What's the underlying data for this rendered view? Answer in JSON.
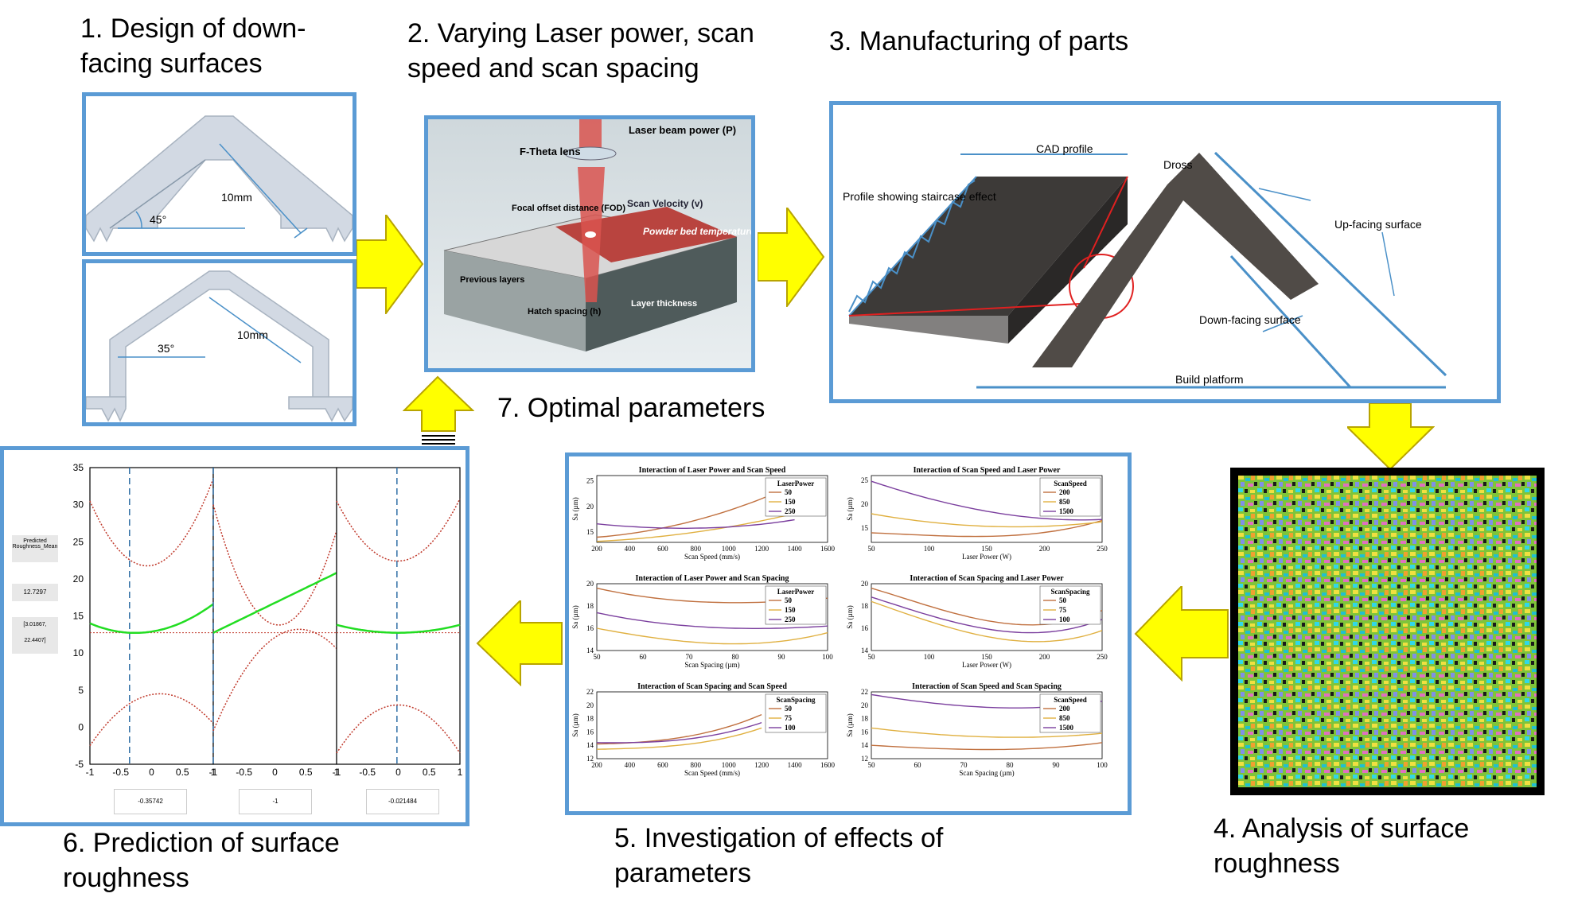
{
  "steps": {
    "s1": "1. Design of down-facing surfaces",
    "s2": "2. Varying Laser power, scan speed and scan spacing",
    "s3": "3. Manufacturing of parts",
    "s4": "4. Analysis of surface roughness",
    "s5": "5. Investigation of effects of parameters",
    "s6": "6. Prediction of surface roughness",
    "s7": "7. Optimal parameters"
  },
  "design": {
    "angle_a": "45°",
    "angle_b": "35°",
    "length": "10mm"
  },
  "process": {
    "laser": "Laser beam power (P)",
    "lens": "F-Theta lens",
    "fod": "Focal offset distance (FOD)",
    "velocity": "Scan Velocity (v)",
    "powder": "Powder bed temperature",
    "previous": "Previous layers",
    "hatch": "Hatch spacing (h)",
    "layer": "Layer thickness"
  },
  "part": {
    "cad": "CAD profile",
    "dross": "Dross",
    "staircase": "Profile showing staircase effect",
    "up": "Up-facing surface",
    "down": "Down-facing surface",
    "platform": "Build platform"
  },
  "prediction": {
    "label": "Predicted Roughness_Mean",
    "value": "12.7297",
    "interval": "[3.01867, 22.4407]",
    "x1": "-0.35742",
    "x2": "-1",
    "x3": "-0.021484"
  },
  "chart_data": [
    {
      "type": "line",
      "title": "Interaction of Laser Power and Scan Speed",
      "xlabel": "Scan Speed (mm/s)",
      "ylabel": "Sa (µm)",
      "legend_title": "LaserPower",
      "xlim": [
        200,
        1600
      ],
      "ylim": [
        13,
        26
      ],
      "xticks": [
        200,
        400,
        600,
        800,
        1000,
        1200,
        1400,
        1600
      ],
      "yticks": [
        15,
        20,
        25
      ],
      "series": [
        {
          "name": "50",
          "color": "#c0703f",
          "x": [
            200,
            600,
            1000,
            1400
          ],
          "y": [
            14,
            15.8,
            19.2,
            24.2
          ]
        },
        {
          "name": "150",
          "color": "#e0b040",
          "x": [
            200,
            600,
            1000,
            1400
          ],
          "y": [
            13.2,
            14.2,
            16,
            18.6
          ]
        },
        {
          "name": "250",
          "color": "#7b3f9e",
          "x": [
            200,
            600,
            1000,
            1400
          ],
          "y": [
            16.6,
            15.8,
            16,
            17.4
          ]
        }
      ]
    },
    {
      "type": "line",
      "title": "Interaction of Scan Speed and Laser Power",
      "xlabel": "Laser Power (W)",
      "ylabel": "Sa (µm)",
      "legend_title": "ScanSpeed",
      "xlim": [
        50,
        250
      ],
      "ylim": [
        12,
        26
      ],
      "xticks": [
        50,
        100,
        150,
        200,
        250
      ],
      "yticks": [
        15,
        20,
        25
      ],
      "series": [
        {
          "name": "200",
          "color": "#c0703f",
          "x": [
            50,
            120,
            190,
            250
          ],
          "y": [
            14,
            13.3,
            13.8,
            16.6
          ]
        },
        {
          "name": "850",
          "color": "#e0b040",
          "x": [
            50,
            120,
            190,
            250
          ],
          "y": [
            18,
            15.8,
            15.3,
            16.3
          ]
        },
        {
          "name": "1500",
          "color": "#7b3f9e",
          "x": [
            50,
            120,
            190,
            250
          ],
          "y": [
            24.8,
            20,
            17.2,
            16.8
          ]
        }
      ]
    },
    {
      "type": "line",
      "title": "Interaction of Laser Power and Scan Spacing",
      "xlabel": "Scan Spacing (µm)",
      "ylabel": "Sa (µm)",
      "legend_title": "LaserPower",
      "xlim": [
        50,
        100
      ],
      "ylim": [
        14,
        20
      ],
      "xticks": [
        50,
        60,
        70,
        80,
        90,
        100
      ],
      "yticks": [
        14,
        16,
        18,
        20
      ],
      "series": [
        {
          "name": "50",
          "color": "#c0703f",
          "x": [
            50,
            65,
            80,
            100
          ],
          "y": [
            19.6,
            18.6,
            18.3,
            18.7
          ]
        },
        {
          "name": "150",
          "color": "#e0b040",
          "x": [
            50,
            65,
            80,
            100
          ],
          "y": [
            16,
            15,
            14.6,
            15.6
          ]
        },
        {
          "name": "250",
          "color": "#7b3f9e",
          "x": [
            50,
            65,
            80,
            100
          ],
          "y": [
            17.4,
            16.4,
            16,
            16.2
          ]
        }
      ]
    },
    {
      "type": "line",
      "title": "Interaction of Scan Spacing and Laser Power",
      "xlabel": "Laser Power (W)",
      "ylabel": "Sa (µm)",
      "legend_title": "ScanSpacing",
      "xlim": [
        50,
        250
      ],
      "ylim": [
        14,
        20
      ],
      "xticks": [
        50,
        100,
        150,
        200,
        250
      ],
      "yticks": [
        14,
        16,
        18,
        20
      ],
      "series": [
        {
          "name": "50",
          "color": "#c0703f",
          "x": [
            50,
            120,
            190,
            250
          ],
          "y": [
            19.6,
            17.4,
            16.3,
            17.6
          ]
        },
        {
          "name": "75",
          "color": "#e0b040",
          "x": [
            50,
            120,
            190,
            250
          ],
          "y": [
            18.4,
            16,
            14.8,
            15.8
          ]
        },
        {
          "name": "100",
          "color": "#7b3f9e",
          "x": [
            50,
            120,
            190,
            250
          ],
          "y": [
            18.8,
            16.6,
            15.6,
            16.8
          ]
        }
      ]
    },
    {
      "type": "line",
      "title": "Interaction of Scan Spacing and Scan Speed",
      "xlabel": "Scan Speed (mm/s)",
      "ylabel": "Sa (µm)",
      "legend_title": "ScanSpacing",
      "xlim": [
        200,
        1600
      ],
      "ylim": [
        12,
        22
      ],
      "xticks": [
        200,
        400,
        600,
        800,
        1000,
        1200,
        1400,
        1600
      ],
      "yticks": [
        12,
        14,
        16,
        18,
        20,
        22
      ],
      "series": [
        {
          "name": "50",
          "color": "#c0703f",
          "x": [
            200,
            600,
            1000,
            1200
          ],
          "y": [
            14.2,
            14.8,
            16.8,
            18.6
          ]
        },
        {
          "name": "75",
          "color": "#e0b040",
          "x": [
            200,
            600,
            1000,
            1200
          ],
          "y": [
            13.4,
            13.8,
            15.2,
            16.6
          ]
        },
        {
          "name": "100",
          "color": "#7b3f9e",
          "x": [
            200,
            600,
            1000,
            1200
          ],
          "y": [
            14.4,
            14.6,
            16,
            17.4
          ]
        }
      ]
    },
    {
      "type": "line",
      "title": "Interaction of Scan Speed and Scan Spacing",
      "xlabel": "Scan Spacing (µm)",
      "ylabel": "Sa (µm)",
      "legend_title": "ScanSpeed",
      "xlim": [
        50,
        100
      ],
      "ylim": [
        12,
        22
      ],
      "xticks": [
        50,
        60,
        70,
        80,
        90,
        100
      ],
      "yticks": [
        12,
        14,
        16,
        18,
        20,
        22
      ],
      "series": [
        {
          "name": "200",
          "color": "#c0703f",
          "x": [
            50,
            65,
            80,
            100
          ],
          "y": [
            14,
            13.5,
            13.4,
            14.4
          ]
        },
        {
          "name": "850",
          "color": "#e0b040",
          "x": [
            50,
            65,
            80,
            100
          ],
          "y": [
            16.6,
            15.6,
            15.2,
            15.8
          ]
        },
        {
          "name": "1500",
          "color": "#7b3f9e",
          "x": [
            50,
            65,
            80,
            100
          ],
          "y": [
            21.6,
            20.2,
            19.6,
            20.6
          ]
        }
      ]
    },
    {
      "type": "line",
      "title": "",
      "ylim": [
        -5,
        35
      ],
      "yticks": [
        -5,
        0,
        5,
        10,
        15,
        20,
        25,
        30,
        35
      ],
      "xticks": [
        -1,
        -0.5,
        0,
        0.5,
        1
      ],
      "panels": [
        {
          "xlim": [
            -1,
            1
          ],
          "marker": -0.35742,
          "mean": {
            "x": [
              -1,
              -0.35742,
              1
            ],
            "y": [
              14,
              12.73,
              16.6
            ]
          },
          "upper": {
            "x": [
              -1,
              0,
              1
            ],
            "y": [
              30.5,
              21.8,
              33.5
            ]
          },
          "lower": {
            "x": [
              -1,
              0.15,
              1
            ],
            "y": [
              -2.5,
              4.5,
              0.5
            ]
          }
        },
        {
          "xlim": [
            -1,
            1
          ],
          "marker": -1,
          "mean": {
            "x": [
              -1,
              1
            ],
            "y": [
              12.73,
              20.8
            ]
          },
          "upper": {
            "x": [
              -1,
              -0.5,
              1
            ],
            "y": [
              30,
              18.3,
              26.5
            ]
          },
          "lower": {
            "x": [
              -1,
              0.4,
              1
            ],
            "y": [
              -0.5,
              13.2,
              10.6
            ]
          }
        },
        {
          "xlim": [
            -1,
            1
          ],
          "marker": -0.021484,
          "mean": {
            "x": [
              -1,
              0,
              1
            ],
            "y": [
              13.8,
              12.73,
              13.8
            ]
          },
          "upper": {
            "x": [
              -1,
              0,
              1
            ],
            "y": [
              30.5,
              22.4,
              30.8
            ]
          },
          "lower": {
            "x": [
              -1,
              0,
              1
            ],
            "y": [
              -3.5,
              3,
              -3.5
            ]
          }
        }
      ]
    }
  ]
}
